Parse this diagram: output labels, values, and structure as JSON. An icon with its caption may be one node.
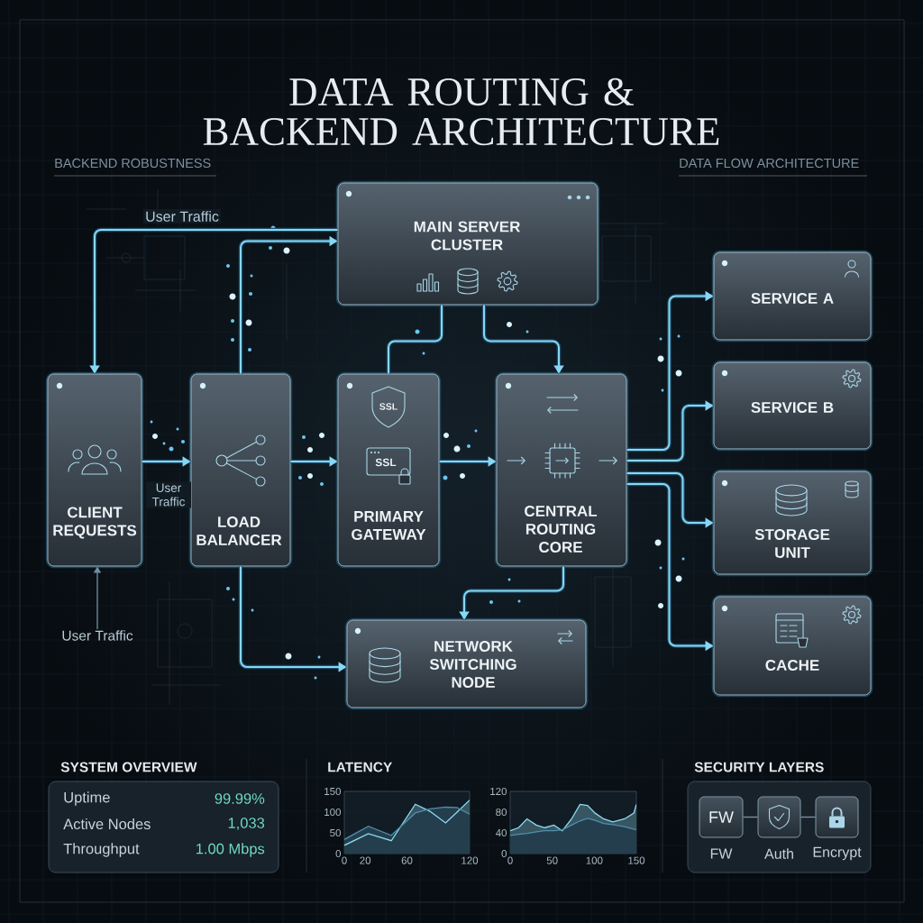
{
  "diagram": {
    "title": "DATA ROUTING & BACKEND ARCHITECTURE",
    "nodes": [
      {
        "text": [
          "MAIN SERVER CLUSTER"
        ]
      },
      {
        "text": [
          "SERVICE A"
        ]
      },
      {
        "text": [
          "CLIENT REQUESTS"
        ]
      },
      {
        "text": [
          "LOAD BALANCER"
        ]
      },
      {
        "text": [
          "SSL",
          "SSL",
          "PRIMARY GATEWAY"
        ]
      },
      {
        "text": [
          "CENTRAL ROUTING CORE"
        ]
      },
      {
        "text": [
          "SERVICE B"
        ]
      },
      {
        "text": [
          "STORAGE UNIT"
        ]
      },
      {
        "text": [
          "CACHE"
        ]
      },
      {
        "text": [
          "NETWORK SWITCHING NODE"
        ]
      },
      {
        "text": [
          "User Traffic"
        ]
      },
      {
        "text": [
          "SYSTEM OVERVIEW",
          "Uptime",
          "99.99%",
          "Active Nodes",
          "1,033",
          "Throughput",
          "1.00 Mbps"
        ]
      },
      {
        "text": [
          "SECURITY LAYERS"
        ]
      },
      {
        "text": [
          "FW"
        ],
        "beside": [
          "FW"
        ],
        "in": 12
      },
      {
        "text": [],
        "shape": "box",
        "beside": [
          "Auth"
        ],
        "in": 12
      },
      {
        "text": [],
        "shape": "box",
        "beside": [
          "Encrypt"
        ],
        "in": 12
      }
    ],
    "edges": [
      {
        "from": 0,
        "to": 2,
        "arrow": "to",
        "label": "User Traffic"
      },
      {
        "from": 3,
        "to": 0,
        "arrow": "to"
      },
      {
        "from": 2,
        "to": 3,
        "arrow": "to",
        "label": "User Traffic"
      },
      {
        "from": 3,
        "to": 4,
        "arrow": "to"
      },
      {
        "from": 4,
        "to": 5,
        "arrow": "to"
      },
      {
        "from": 0,
        "to": 4,
        "arrow": "none"
      },
      {
        "from": 0,
        "to": 5,
        "arrow": "to"
      },
      {
        "from": 5,
        "to": 1,
        "arrow": "to"
      },
      {
        "from": 5,
        "to": 6,
        "arrow": "to"
      },
      {
        "from": 5,
        "to": 7,
        "arrow": "to"
      },
      {
        "from": 5,
        "to": 8,
        "arrow": "to"
      },
      {
        "from": 5,
        "to": 9,
        "arrow": "to"
      },
      {
        "from": 3,
        "to": 9,
        "arrow": "to"
      },
      {
        "from": 10,
        "to": 2,
        "arrow": "to",
        "color": "#6f93a5"
      },
      {
        "from": 13,
        "to": 14,
        "arrow": "none",
        "color": "#8096a4"
      },
      {
        "from": 14,
        "to": 15,
        "arrow": "none",
        "color": "#8096a4"
      }
    ],
    "labels": [
      "BACKEND ROBUSTNESS",
      "DATA FLOW ARCHITECTURE",
      "LATENCY"
    ],
    "chart_data": [
      {
        "type": "area",
        "x": [
          0,
          23,
          45,
          68,
          82,
          97,
          108,
          120
        ],
        "series": [
          {
            "color": "#8fdcf2",
            "values": [
              20,
              48,
              31,
              119,
              102,
              74,
              100,
              129
            ]
          },
          {
            "color": "#4f8fab",
            "values": [
              34,
              66,
              44,
              98,
              108,
              112,
              111,
              95
            ]
          }
        ],
        "xlim": [
          0,
          120
        ],
        "ylim": [
          0,
          150
        ],
        "xticks": [
          0,
          20,
          60,
          120
        ],
        "yticks": [
          0,
          50,
          100,
          150
        ]
      },
      {
        "type": "area",
        "x": [
          0,
          10,
          20,
          31,
          41,
          52,
          62,
          73,
          83,
          92,
          101,
          111,
          122,
          136,
          147,
          150
        ],
        "series": [
          {
            "color": "#8fdcf2",
            "values": [
              44,
              50,
              67,
              55,
              50,
              55,
              44,
              67,
              95,
              93,
              78,
              67,
              61,
              67,
              78,
              95
            ]
          },
          {
            "color": "#4f8fab",
            "values": [
              35,
              37,
              39,
              42,
              44,
              44,
              46,
              55,
              63,
              68,
              64,
              58,
              56,
              52,
              47,
              46
            ]
          }
        ],
        "xlim": [
          0,
          150
        ],
        "ylim": [
          0,
          120
        ],
        "xticks": [
          0,
          50,
          100,
          150
        ],
        "yticks": [
          0,
          40,
          80,
          120
        ]
      }
    ]
  }
}
